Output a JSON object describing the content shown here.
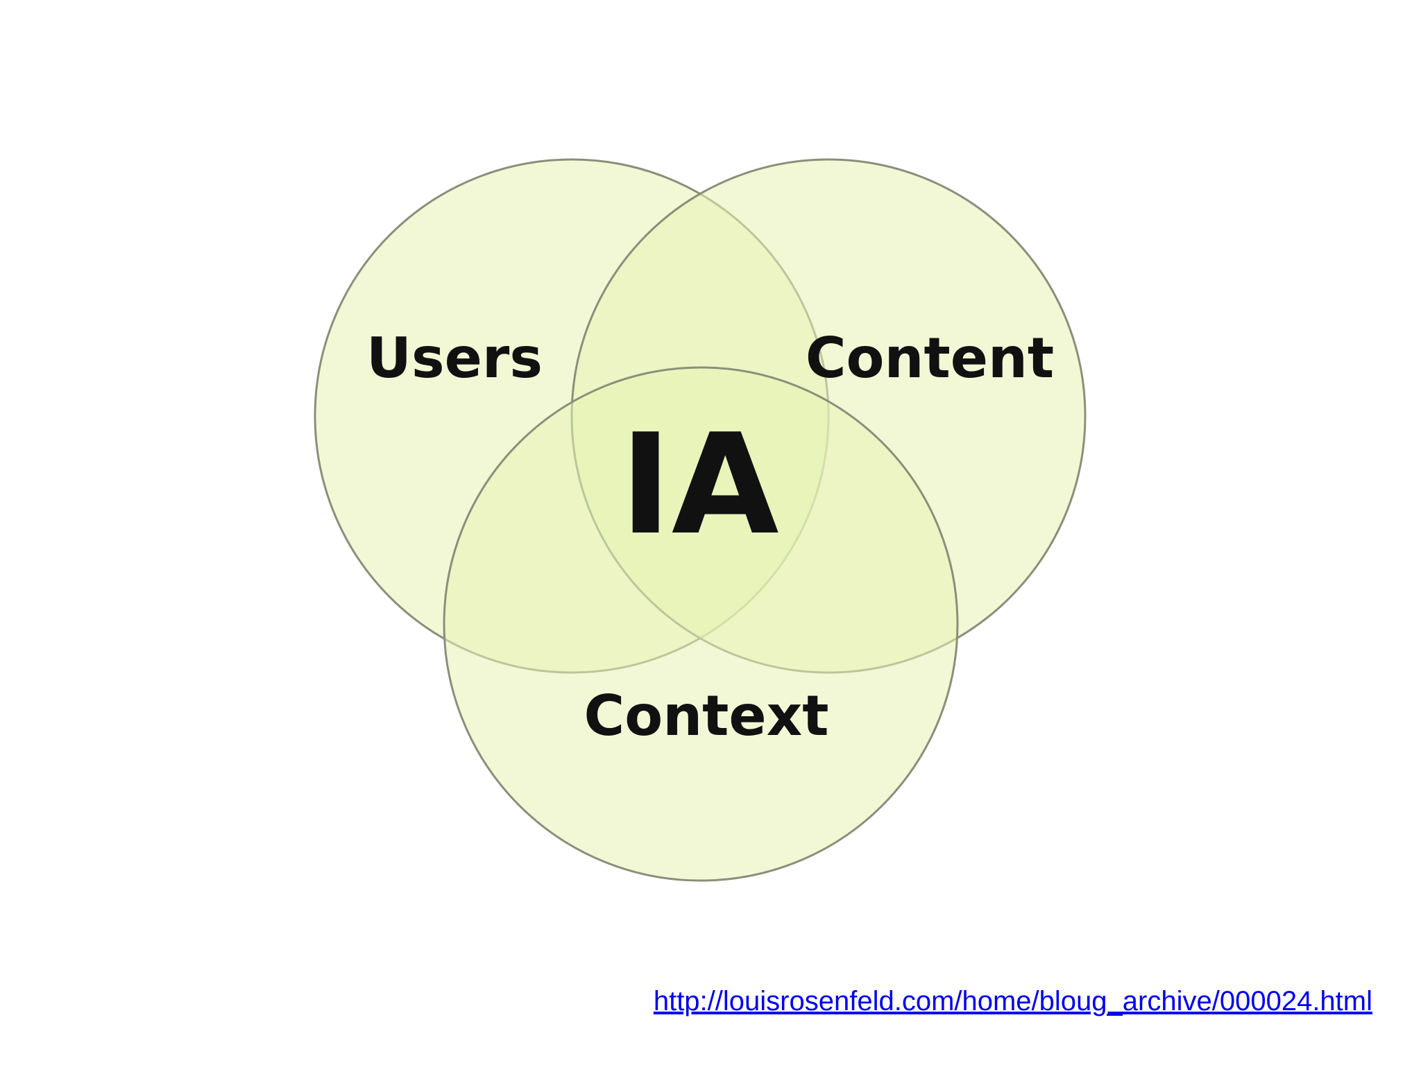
{
  "diagram": {
    "type": "venn",
    "sets": {
      "users": "Users",
      "content": "Content",
      "context": "Context"
    },
    "center_label": "IA",
    "colors": {
      "fill": "#e8f3b4",
      "stroke": "#8a8f7a",
      "text": "#111111"
    }
  },
  "source": {
    "url_text": "http://louisrosenfeld.com/home/bloug_archive/000024.html",
    "color": "#0000ee"
  }
}
